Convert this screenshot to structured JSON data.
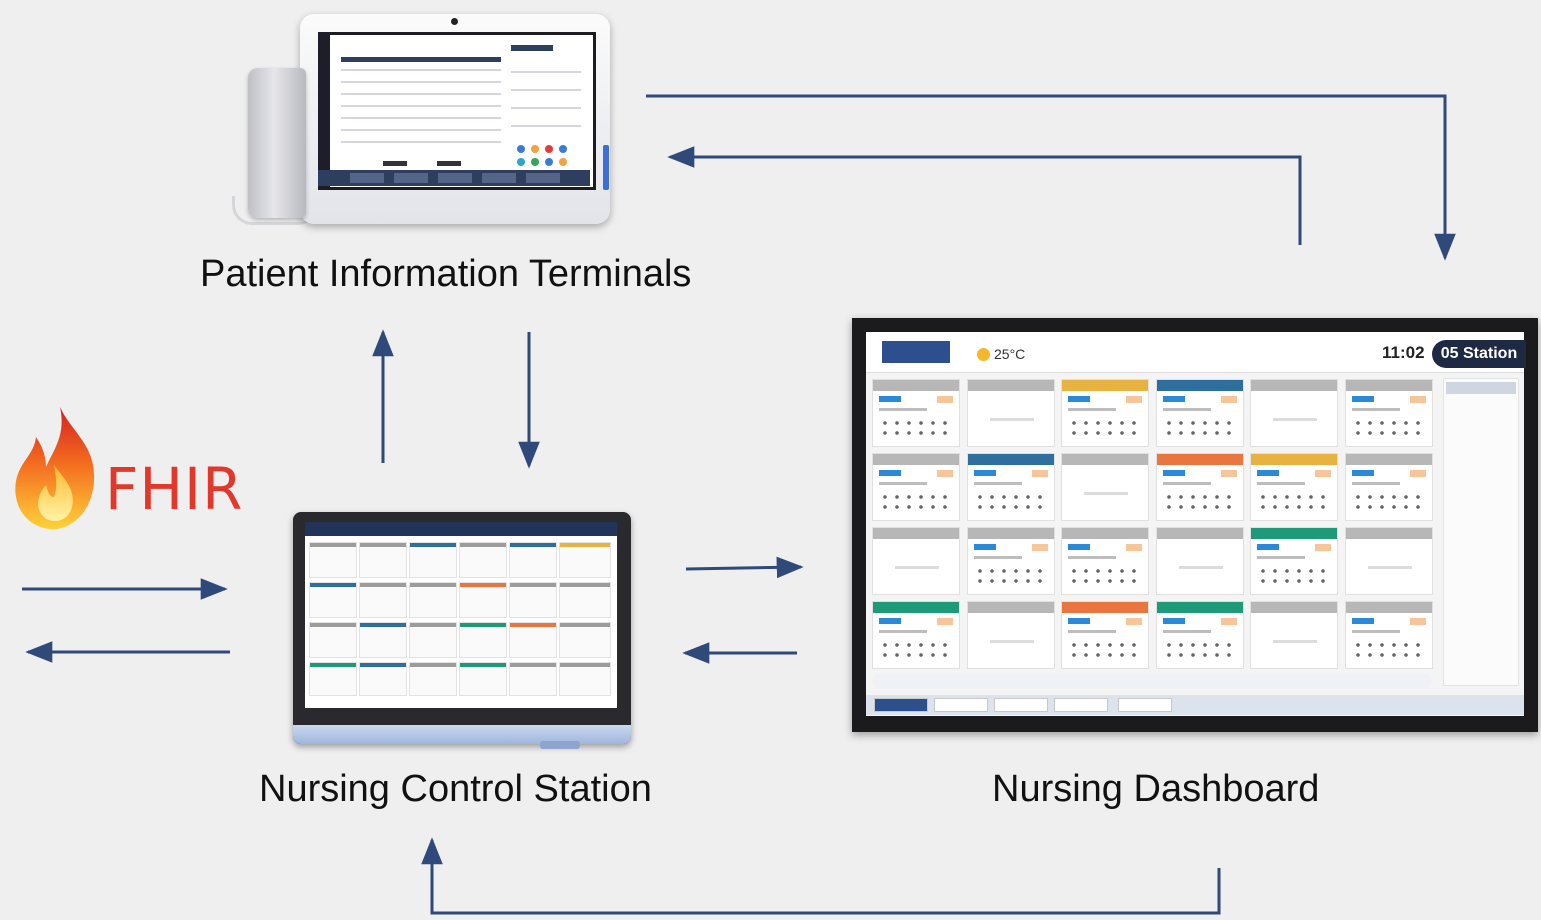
{
  "captions": {
    "patient_terminals": "Patient Information Terminals",
    "control_station": "Nursing Control Station",
    "dashboard": "Nursing Dashboard"
  },
  "fhir": {
    "label": "FHIR"
  },
  "dashboard_screen": {
    "temperature": "25°C",
    "time": "11:02",
    "station": "05 Station"
  },
  "colors": {
    "arrow": "#2f4a7a",
    "fhir_red": "#e2382b",
    "card_gray": "#b7b7b7",
    "card_yellow": "#e7b23f",
    "card_blue": "#2f6f9e",
    "card_orange": "#e9763e",
    "card_green": "#1f9a79"
  },
  "icons": [
    "flame-icon",
    "handset-icon",
    "sun-icon"
  ]
}
